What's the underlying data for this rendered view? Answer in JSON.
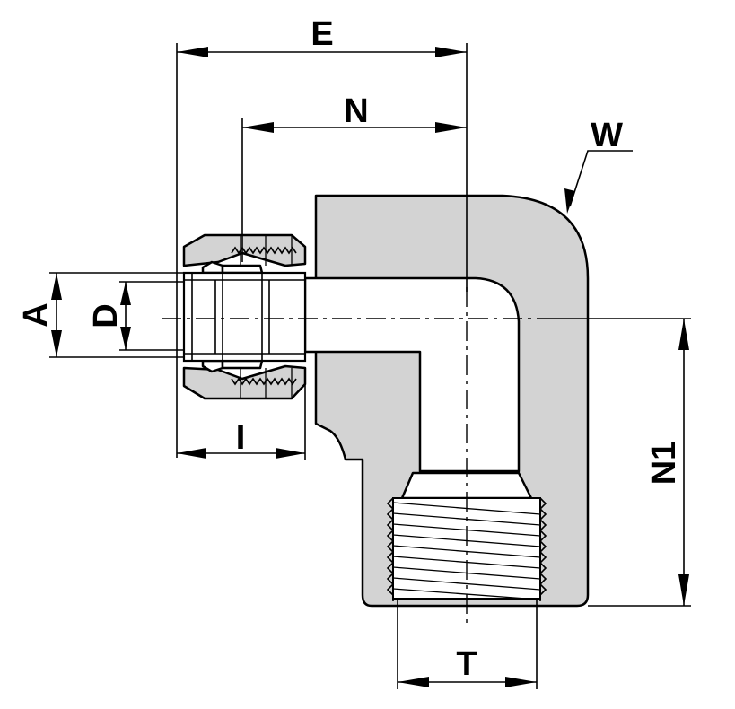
{
  "labels": {
    "E": "E",
    "N": "N",
    "W": "W",
    "A": "A",
    "D": "D",
    "I": "I",
    "N1": "N1",
    "T": "T"
  }
}
